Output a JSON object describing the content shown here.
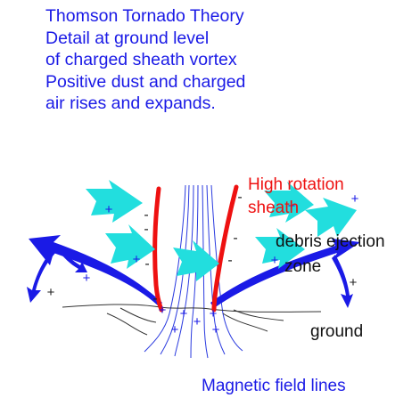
{
  "title_lines": [
    "Thomson Tornado Theory",
    "Detail at ground level",
    "of charged sheath vortex",
    "Positive dust and charged",
    "air rises and expands."
  ],
  "labels": {
    "high_rotation_line1": "High rotation",
    "high_rotation_line2": "sheath",
    "debris_line1": "debris ejection",
    "debris_line2": "zone",
    "ground": "ground",
    "magnetic": "Magnetic field lines"
  },
  "symbols": {
    "plus": "+",
    "minus": "-"
  },
  "colors": {
    "title": "#1a1ae6",
    "sheath": "#ee1111",
    "dust_arrow": "#22dede",
    "ejection_arrow": "#1a1ae6",
    "field_lines": "#2a3adf",
    "ground_line": "#333333"
  }
}
